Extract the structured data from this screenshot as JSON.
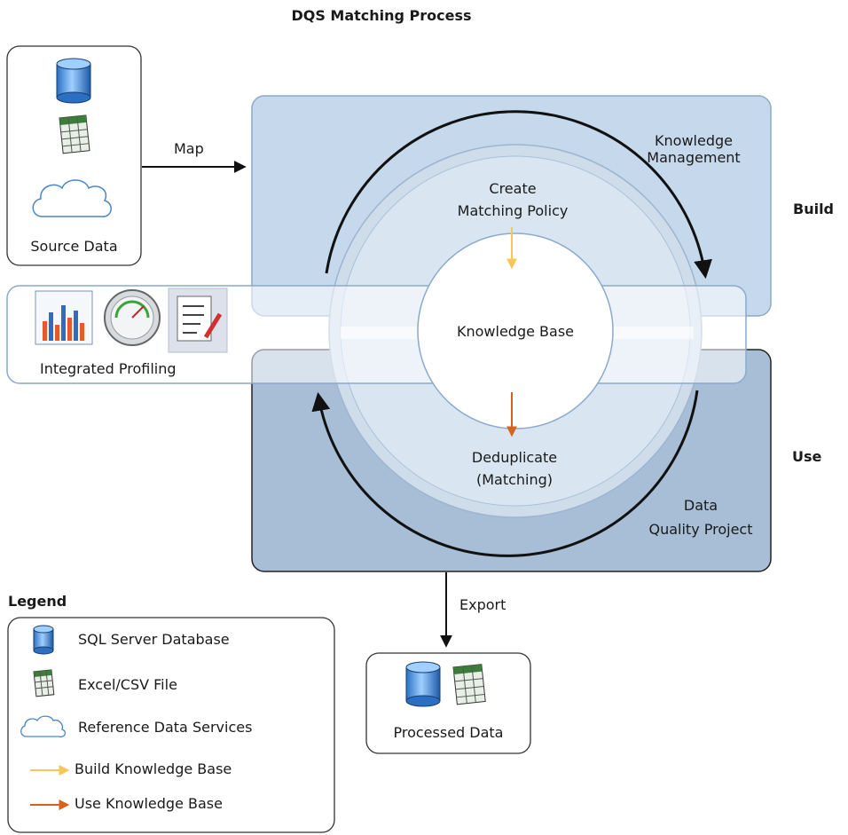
{
  "title": "DQS Matching Process",
  "side_labels": {
    "build": "Build",
    "use": "Use"
  },
  "source": {
    "label": "Source Data",
    "icons": [
      "database-icon",
      "spreadsheet-icon",
      "cloud-icon"
    ]
  },
  "map_label": "Map",
  "export_label": "Export",
  "knowledge_management": {
    "line1": "Knowledge",
    "line2": "Management"
  },
  "data_quality_project": {
    "line1": "Data",
    "line2": "Quality Project"
  },
  "create_policy": {
    "line1": "Create",
    "line2": "Matching Policy"
  },
  "deduplicate": {
    "line1": "Deduplicate",
    "line2": "(Matching)"
  },
  "knowledge_base": "Knowledge Base",
  "profiling": {
    "label": "Integrated Profiling",
    "icons": [
      "bar-chart-icon",
      "gauge-icon",
      "checklist-icon"
    ]
  },
  "processed": {
    "label": "Processed Data",
    "icons": [
      "database-icon",
      "spreadsheet-icon"
    ]
  },
  "legend": {
    "title": "Legend",
    "items": [
      {
        "icon": "database-icon",
        "label": "SQL Server Database"
      },
      {
        "icon": "spreadsheet-icon",
        "label": "Excel/CSV File"
      },
      {
        "icon": "cloud-icon",
        "label": "Reference Data Services"
      },
      {
        "icon": "yellow-arrow-icon",
        "label": "Build Knowledge Base"
      },
      {
        "icon": "orange-arrow-icon",
        "label": "Use Knowledge Base"
      }
    ]
  },
  "colors": {
    "build_panel": "#c6d8eb",
    "use_panel": "#a7bed6",
    "ring": "#d4e1ef",
    "build_arrow": "#f7c55a",
    "use_arrow": "#d5621e"
  }
}
